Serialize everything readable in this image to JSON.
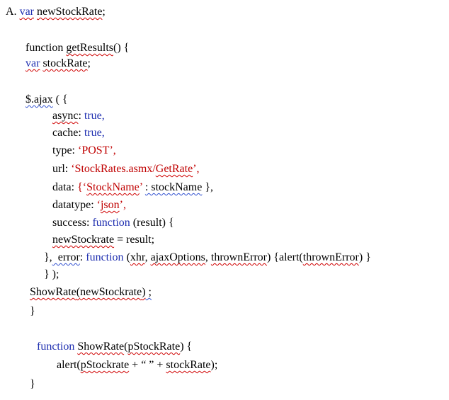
{
  "colors": {
    "text": "#000000",
    "keyword": "#1f2fb0",
    "string": "#c00000",
    "spell_squiggle": "#d00000",
    "grammar_squiggle": "#3050d0"
  },
  "lines": [
    {
      "id": "l01",
      "segments": [
        {
          "text": "A. ",
          "style": "t"
        },
        {
          "text": "var",
          "style": "blue-u sq"
        },
        {
          "text": " ",
          "style": "t"
        },
        {
          "text": "newStockRate",
          "style": "sq"
        },
        {
          "text": ";",
          "style": "t"
        }
      ]
    },
    {
      "id": "l02",
      "segments": [
        {
          "text": "function ",
          "style": "t"
        },
        {
          "text": "getResults",
          "style": "sq"
        },
        {
          "text": "() {",
          "style": "t"
        }
      ]
    },
    {
      "id": "l03",
      "segments": [
        {
          "text": "var",
          "style": "blue-u sq"
        },
        {
          "text": " ",
          "style": "t"
        },
        {
          "text": "stockRate",
          "style": "sq"
        },
        {
          "text": ";",
          "style": "t"
        }
      ]
    },
    {
      "id": "l04",
      "segments": [
        {
          "text": "$.ajax",
          "style": "sqb"
        },
        {
          "text": " ( {",
          "style": "t"
        }
      ]
    },
    {
      "id": "l05",
      "segments": [
        {
          "text": "async",
          "style": "sq"
        },
        {
          "text": ": ",
          "style": "t"
        },
        {
          "text": "true,",
          "style": "kw"
        }
      ]
    },
    {
      "id": "l06",
      "segments": [
        {
          "text": "cache: ",
          "style": "t"
        },
        {
          "text": "true,",
          "style": "kw"
        }
      ]
    },
    {
      "id": "l07",
      "segments": [
        {
          "text": "type: ",
          "style": "t"
        },
        {
          "text": "‘POST’,",
          "style": "str"
        }
      ]
    },
    {
      "id": "l08",
      "segments": [
        {
          "text": "url: ",
          "style": "t"
        },
        {
          "text": "‘StockRates.asmx/",
          "style": "str"
        },
        {
          "text": "GetRate",
          "style": "str sq"
        },
        {
          "text": "’,",
          "style": "str"
        }
      ]
    },
    {
      "id": "l09",
      "segments": [
        {
          "text": "data: ",
          "style": "t"
        },
        {
          "text": "{‘",
          "style": "str"
        },
        {
          "text": "StockName",
          "style": "str sq"
        },
        {
          "text": "’ ",
          "style": "str"
        },
        {
          "text": ": stockName",
          "style": "sqb"
        },
        {
          "text": " },",
          "style": "t"
        }
      ]
    },
    {
      "id": "l10",
      "segments": [
        {
          "text": "datatype: ",
          "style": "t"
        },
        {
          "text": "‘",
          "style": "str"
        },
        {
          "text": "json",
          "style": "str sq"
        },
        {
          "text": "’,",
          "style": "str"
        }
      ]
    },
    {
      "id": "l11",
      "segments": [
        {
          "text": "success: ",
          "style": "t"
        },
        {
          "text": "function",
          "style": "kw"
        },
        {
          "text": " (result) {",
          "style": "t"
        }
      ]
    },
    {
      "id": "l12",
      "segments": [
        {
          "text": "newStockrate",
          "style": "sq"
        },
        {
          "text": " = result;",
          "style": "t"
        }
      ]
    },
    {
      "id": "l13",
      "segments": [
        {
          "text": "},",
          "style": "t"
        },
        {
          "text": "  error",
          "style": "sqb"
        },
        {
          "text": ": ",
          "style": "t"
        },
        {
          "text": "function",
          "style": "kw"
        },
        {
          "text": " (",
          "style": "t"
        },
        {
          "text": "xhr",
          "style": "sq"
        },
        {
          "text": ", ",
          "style": "t"
        },
        {
          "text": "ajaxOptions",
          "style": "sq"
        },
        {
          "text": ", ",
          "style": "t"
        },
        {
          "text": "thrownError",
          "style": "sq"
        },
        {
          "text": ") {alert(",
          "style": "t"
        },
        {
          "text": "thrownError",
          "style": "sq"
        },
        {
          "text": ") }",
          "style": "t"
        }
      ]
    },
    {
      "id": "l14",
      "segments": [
        {
          "text": "} );",
          "style": "t"
        }
      ]
    },
    {
      "id": "l15",
      "segments": [
        {
          "text": "ShowRate",
          "style": "sq"
        },
        {
          "text": "(",
          "style": "sq"
        },
        {
          "text": "newStockrate",
          "style": "sq"
        },
        {
          "text": ")",
          "style": "sq"
        },
        {
          "text": " ;",
          "style": "sqb"
        }
      ]
    },
    {
      "id": "l16",
      "segments": [
        {
          "text": "}",
          "style": "t"
        }
      ]
    },
    {
      "id": "l17",
      "segments": [
        {
          "text": "function ",
          "style": "kw"
        },
        {
          "text": "ShowRate",
          "style": "sq"
        },
        {
          "text": "(",
          "style": "t"
        },
        {
          "text": "pStockRate",
          "style": "sq"
        },
        {
          "text": ") {",
          "style": "t"
        }
      ]
    },
    {
      "id": "l18",
      "segments": [
        {
          "text": "alert(",
          "style": "t"
        },
        {
          "text": "pStockrate",
          "style": "sq"
        },
        {
          "text": " + “ ” + ",
          "style": "t"
        },
        {
          "text": "stockRate",
          "style": "sq"
        },
        {
          "text": ");",
          "style": "t"
        }
      ]
    },
    {
      "id": "l19",
      "segments": [
        {
          "text": "}",
          "style": "t"
        }
      ]
    }
  ]
}
